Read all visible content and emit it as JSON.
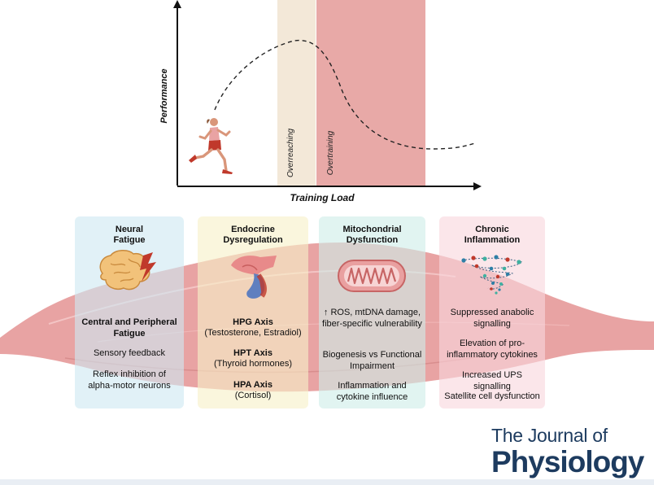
{
  "graph": {
    "y_axis_label": "Performance",
    "x_axis_label": "Training Load",
    "zone_overreaching": "Overreaching",
    "zone_overtraining": "Overtraining"
  },
  "panels": [
    {
      "title_lines": [
        "Neural",
        "Fatigue"
      ],
      "icon": "brain-lightning-icon",
      "items": [
        "Central and Peripheral Fatigue",
        "Sensory feedback",
        "Reflex inhibition of alpha-motor neurons"
      ]
    },
    {
      "title_lines": [
        "Endocrine",
        "Dysregulation"
      ],
      "icon": "pituitary-gland-icon",
      "items": [
        {
          "heading": "HPG Axis",
          "detail": "(Testosterone, Estradiol)"
        },
        {
          "heading": "HPT Axis",
          "detail": "(Thyroid hormones)"
        },
        {
          "heading": "HPA Axis",
          "detail": "(Cortisol)"
        }
      ]
    },
    {
      "title_lines": [
        "Mitochondrial",
        "Dysfunction"
      ],
      "icon": "mitochondrion-icon",
      "items": [
        "↑ ROS, mtDNA damage, fiber-specific vulnerability",
        "Biogenesis vs Functional Impairment",
        "Inflammation and cytokine influence"
      ]
    },
    {
      "title_lines": [
        "Chronic",
        "Inflammation"
      ],
      "icon": "cytokine-tornado-icon",
      "items": [
        "Suppressed anabolic signalling",
        "Elevation of pro-inflammatory cytokines",
        "Increased UPS signalling",
        "Satellite cell dysfunction"
      ]
    }
  ],
  "journal": {
    "line1": "The Journal of",
    "line2": "Physiology"
  },
  "colors": {
    "overreaching_zone": "#f3e8d8",
    "overtraining_zone": "#e8a9a7",
    "muscle": "#e8a3a3",
    "neural_panel": "#cfe9f2",
    "endocrine_panel": "#f7f1c8",
    "mito_panel": "#cfeee9",
    "inflammation_panel": "#f8d6dd",
    "journal_text": "#1d3b5f"
  }
}
